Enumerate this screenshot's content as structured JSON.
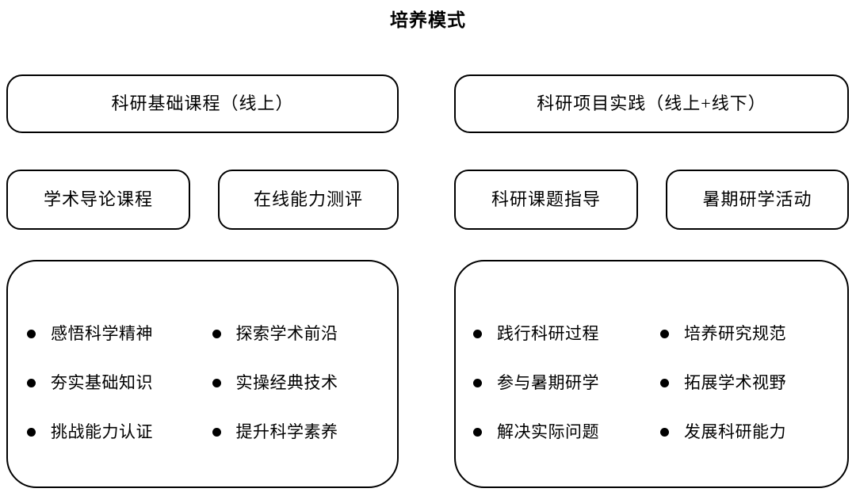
{
  "title": "培养模式",
  "colors": {
    "background": "#ffffff",
    "stroke": "#000000",
    "text": "#000000",
    "bullet": "#000000"
  },
  "columns": [
    {
      "header": "科研基础课程（线上）",
      "sub_boxes": [
        "学术导论课程",
        "在线能力测评"
      ],
      "bullets": [
        "感悟科学精神",
        "探索学术前沿",
        "夯实基础知识",
        "实操经典技术",
        "挑战能力认证",
        "提升科学素养"
      ]
    },
    {
      "header": "科研项目实践（线上+线下）",
      "sub_boxes": [
        "科研课题指导",
        "暑期研学活动"
      ],
      "bullets": [
        "践行科研过程",
        "培养研究规范",
        "参与暑期研学",
        "拓展学术视野",
        "解决实际问题",
        "发展科研能力"
      ]
    }
  ]
}
